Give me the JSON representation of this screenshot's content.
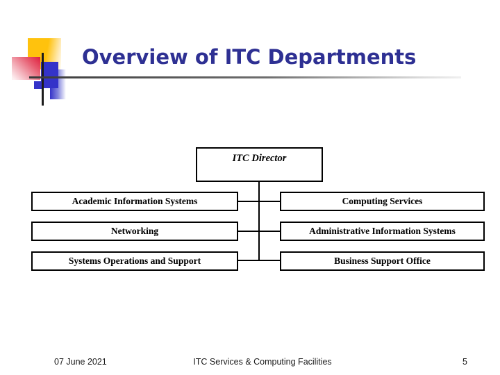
{
  "slide_title": {
    "text": "Overview of ITC Departments",
    "color": "#2E3093"
  },
  "org_chart": {
    "root": "ITC Director",
    "left_column": [
      "Academic Information Systems",
      "Networking",
      "Systems Operations and Support"
    ],
    "right_column": [
      "Computing Services",
      "Administrative Information Systems",
      "Business Support Office"
    ]
  },
  "footer": {
    "date": "07 June 2021",
    "title": "ITC Services & Computing Facilities",
    "page_number": "5"
  },
  "decor_colors": {
    "yellow_square": "#FFC20D",
    "red_square": "#DF1F3D",
    "blue_square": "#3433C9",
    "crosshair_line": "#1C1C1C",
    "title_text": "#2E3093",
    "box_border": "#000000"
  }
}
